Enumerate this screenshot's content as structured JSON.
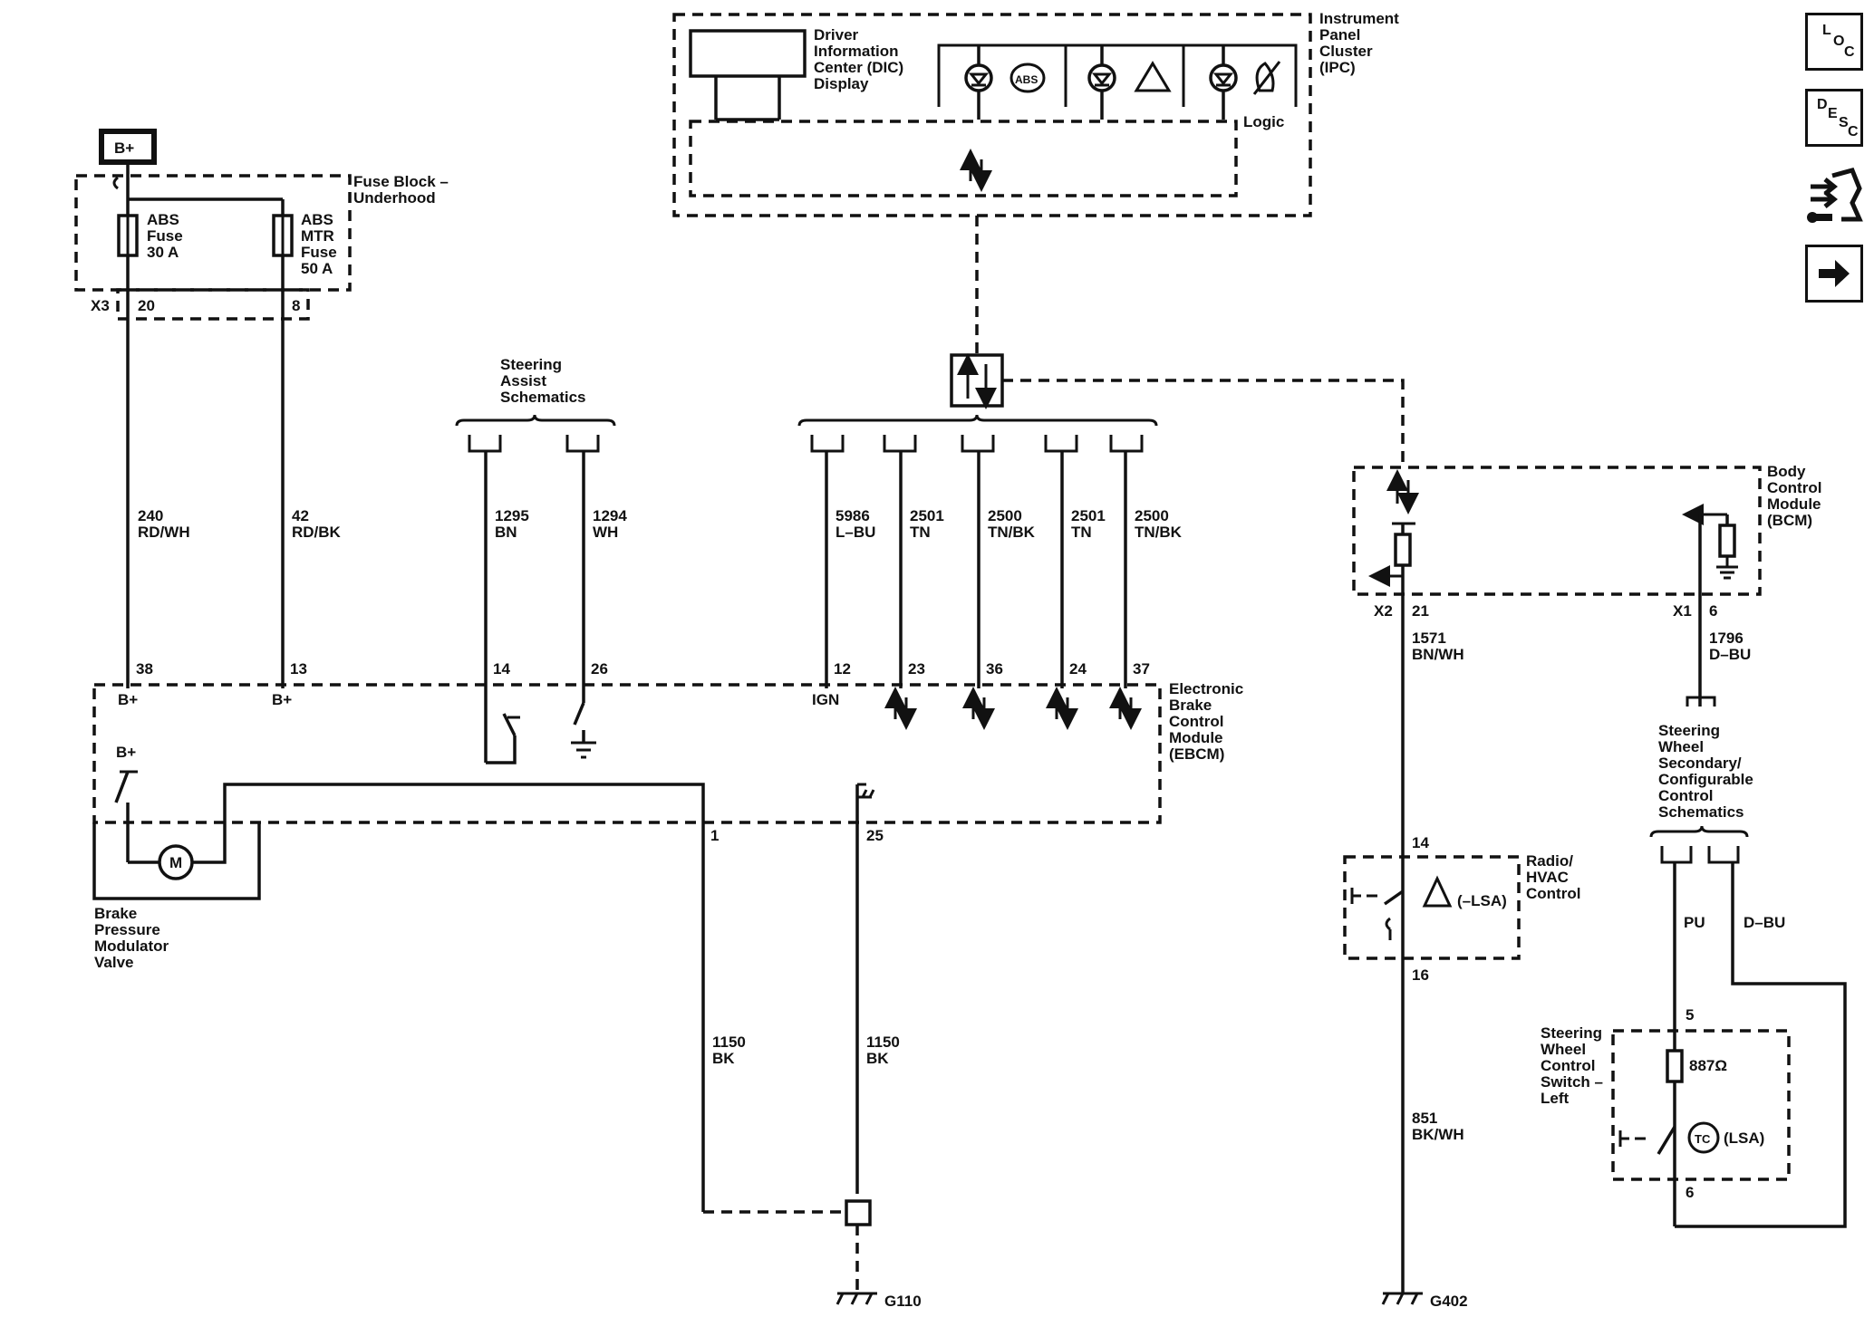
{
  "supply": "B+",
  "fuse_block": {
    "name": "Fuse Block –\nUnderhood",
    "connector": "X3",
    "fuses": [
      {
        "label": "ABS\nFuse\n30 A",
        "pin": "20"
      },
      {
        "label": "ABS\nMTR\nFuse\n50 A",
        "pin": "8"
      }
    ]
  },
  "ipc": {
    "name": "Instrument\nPanel\nCluster\n(IPC)",
    "dic": "Driver\nInformation\nCenter (DIC)\nDisplay",
    "logic": "Logic",
    "abs_icon": "ABS"
  },
  "steering_assist": "Steering\nAssist\nSchematics",
  "wires": {
    "w240": "240\nRD/WH",
    "w42": "42\nRD/BK",
    "w1295": "1295\nBN",
    "w1294": "1294\nWH",
    "w5986": "5986\nL–BU",
    "w2501a": "2501\nTN",
    "w2500a": "2500\nTN/BK",
    "w2501b": "2501\nTN",
    "w2500b": "2500\nTN/BK",
    "w1150a": "1150\nBK",
    "w1150b": "1150\nBK",
    "w1571": "1571\nBN/WH",
    "w1796": "1796\nD–BU",
    "w851": "851\nBK/WH",
    "wPU": "PU",
    "wDBU": "D–BU"
  },
  "ebcm": {
    "name": "Electronic\nBrake\nControl\nModule\n(EBCM)",
    "pins": [
      "38",
      "13",
      "14",
      "26",
      "12",
      "23",
      "36",
      "24",
      "37",
      "1",
      "25"
    ],
    "bplus": "B+",
    "ign": "IGN"
  },
  "bpmv": "Brake\nPressure\nModulator\nValve",
  "motor": "M",
  "bcm": {
    "name": "Body\nControl\nModule\n(BCM)",
    "x2": "X2",
    "pin21": "21",
    "x1": "X1",
    "pin6": "6"
  },
  "radio": {
    "name": "Radio/\nHVAC\nControl",
    "pin_top": "14",
    "pin_bot": "16",
    "tag": "(–LSA)"
  },
  "swc_schem": "Steering\nWheel\nSecondary/\nConfigurable\nControl\nSchematics",
  "swc": {
    "name": "Steering\nWheel\nControl\nSwitch –\nLeft",
    "pin_top": "5",
    "pin_bot": "6",
    "resistor": "887Ω",
    "tc": "TC",
    "tag": "(LSA)"
  },
  "grounds": [
    "G110",
    "G402"
  ],
  "nav": {
    "loc": [
      "L",
      "O",
      "C"
    ],
    "desc": [
      "D",
      "E",
      "S",
      "C"
    ]
  }
}
